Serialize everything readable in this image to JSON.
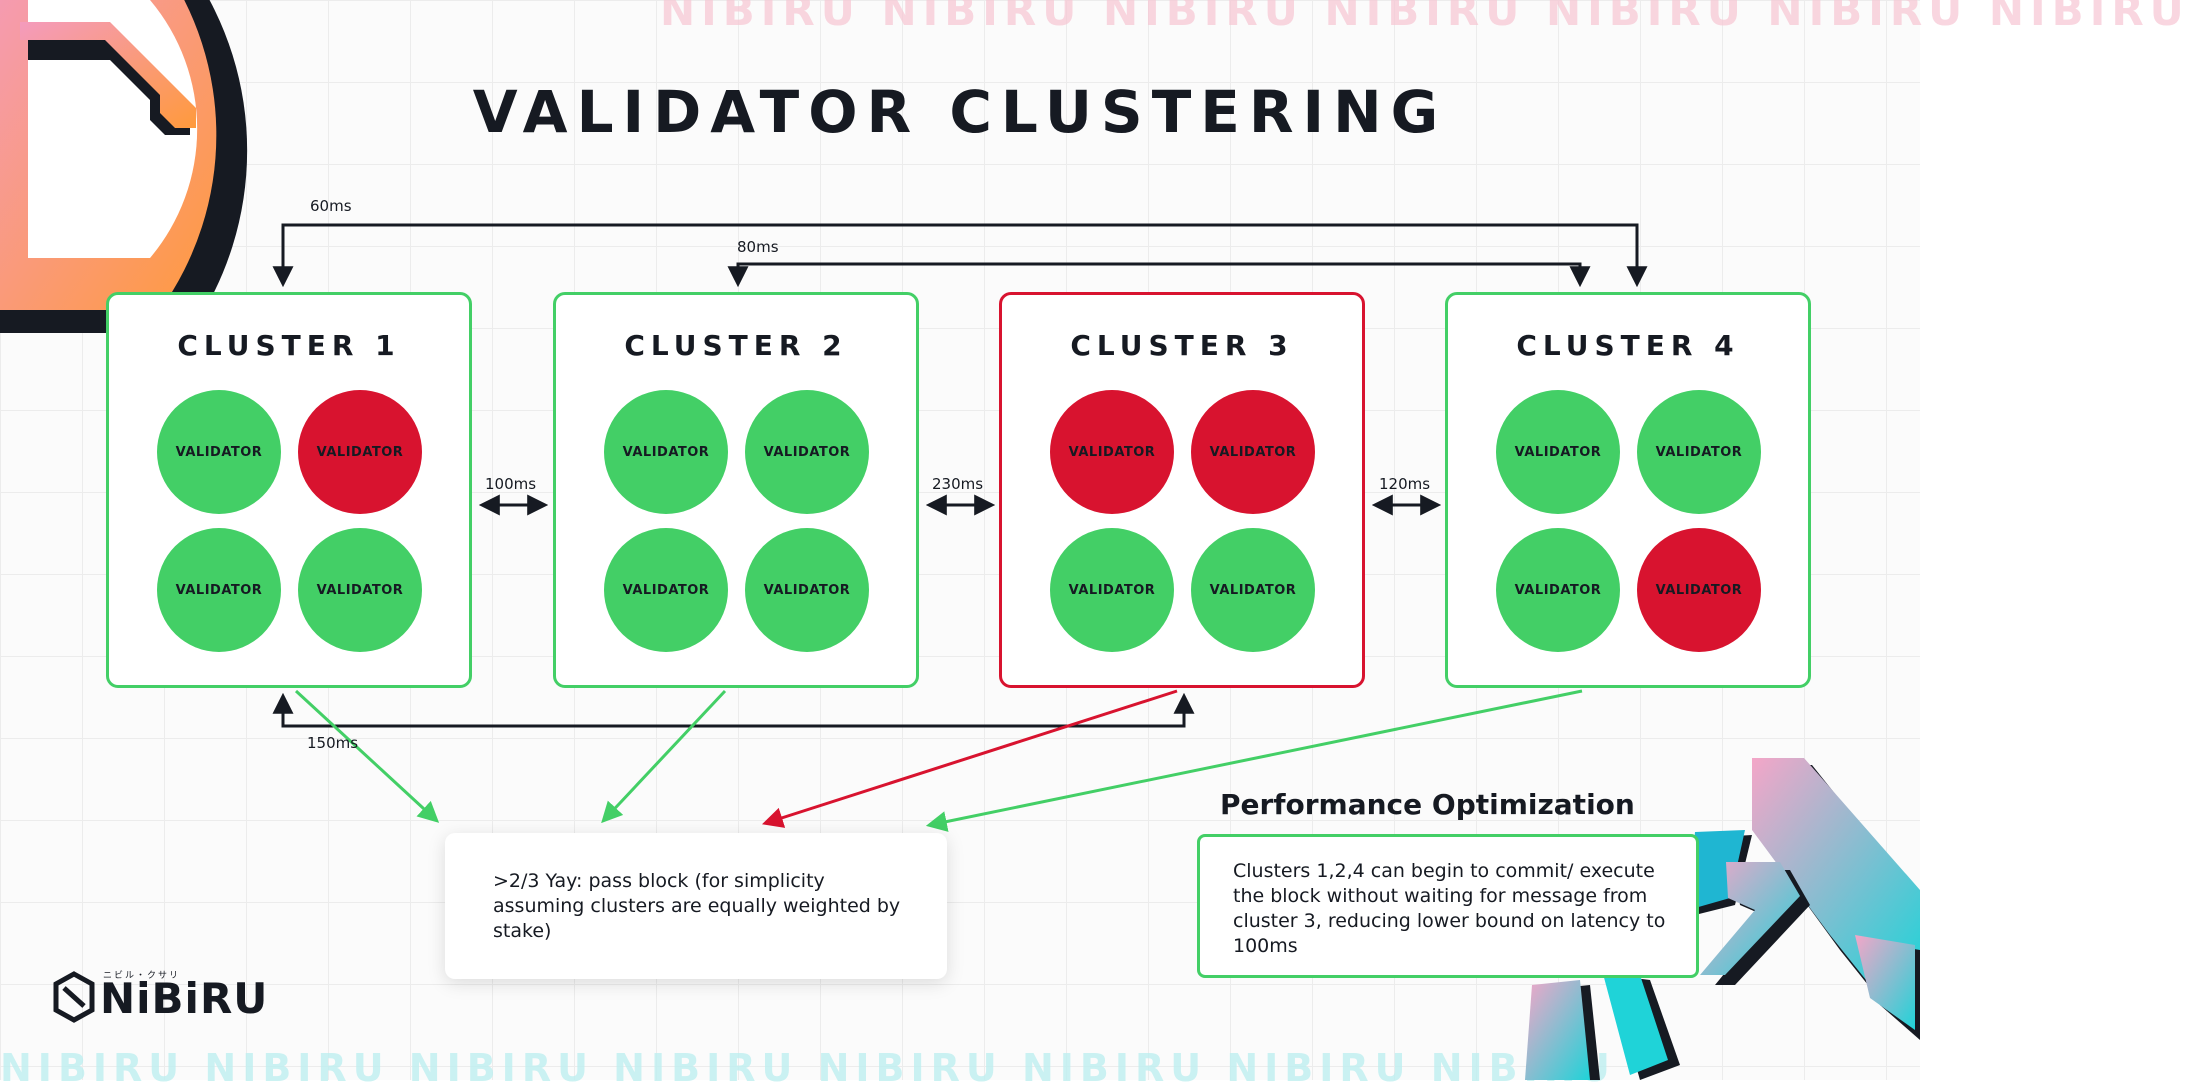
{
  "title": "VALIDATOR CLUSTERING",
  "validator_label": "VALIDATOR",
  "clusters": [
    {
      "title": "CLUSTER 1",
      "status": "ok",
      "validators": [
        "ok",
        "bad",
        "ok",
        "ok"
      ]
    },
    {
      "title": "CLUSTER 2",
      "status": "ok",
      "validators": [
        "ok",
        "ok",
        "ok",
        "ok"
      ]
    },
    {
      "title": "CLUSTER 3",
      "status": "bad",
      "validators": [
        "bad",
        "bad",
        "ok",
        "ok"
      ]
    },
    {
      "title": "CLUSTER 4",
      "status": "ok",
      "validators": [
        "ok",
        "ok",
        "ok",
        "bad"
      ]
    }
  ],
  "latencies": {
    "c1_c4": "60ms",
    "c2_c4": "80ms",
    "c1_c2": "100ms",
    "c2_c3": "230ms",
    "c3_c4": "120ms",
    "c1_c3": "150ms"
  },
  "consensus_note": ">2/3 Yay: pass block (for simplicity assuming clusters are equally weighted by stake)",
  "performance": {
    "title": "Performance Optimization",
    "text": "Clusters 1,2,4 can begin to commit/ execute the block without waiting for message from cluster 3, reducing lower bound on latency to 100ms"
  },
  "brand": {
    "name": "NiBiRU",
    "subtitle": "ニビル・クサリ"
  },
  "watermark": {
    "top": "NIBIRU NIBIRU NIBIRU NIBIRU NIBIRU NIBIRU NIBIRU",
    "bottom": "NIBIRU NIBIRU NIBIRU NIBIRU NIBIRU NIBIRU NIBIRU NIBIRU"
  },
  "colors": {
    "ok": "#43cf66",
    "bad": "#d8132f",
    "ink": "#161a22",
    "brand_orange": "#ff9a3c",
    "brand_pink": "#f29bc0",
    "brand_cyan": "#1fd3d8"
  }
}
